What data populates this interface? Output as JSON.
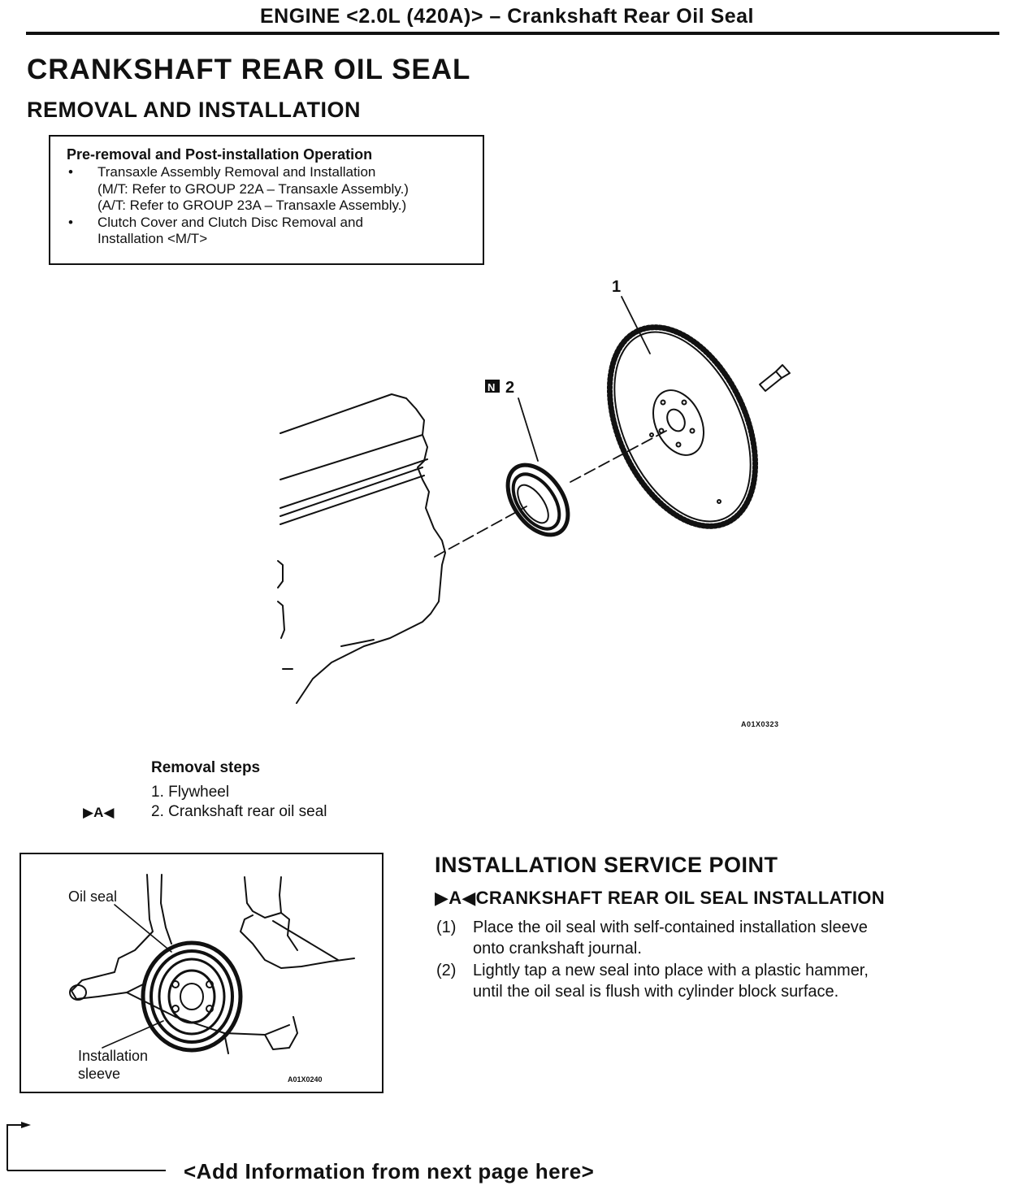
{
  "header": {
    "title": "ENGINE <2.0L (420A)> – Crankshaft Rear Oil Seal"
  },
  "page": {
    "title": "CRANKSHAFT REAR OIL SEAL",
    "subtitle": "REMOVAL AND INSTALLATION"
  },
  "pre_removal": {
    "heading": "Pre-removal and Post-installation Operation",
    "items": [
      {
        "bullet": "•",
        "lines": [
          "Transaxle Assembly Removal and Installation",
          "(M/T: Refer to GROUP 22A – Transaxle Assembly.)",
          "(A/T: Refer to GROUP 23A – Transaxle Assembly.)"
        ]
      },
      {
        "bullet": "•",
        "lines": [
          "Clutch Cover and Clutch Disc Removal and",
          "Installation <M/T>"
        ]
      }
    ]
  },
  "diagram1": {
    "callout_flywheel": "1",
    "callout_seal_badge": "N",
    "callout_seal": "2",
    "figure_code": "A01X0323"
  },
  "removal": {
    "heading": "Removal steps",
    "steps": [
      {
        "marker": "",
        "text": "1. Flywheel"
      },
      {
        "marker": "▶A◀",
        "text": "2. Crankshaft rear oil seal"
      }
    ]
  },
  "diagram2": {
    "label_oil_seal": "Oil seal",
    "label_sleeve_line1": "Installation",
    "label_sleeve_line2": "sleeve",
    "figure_code": "A01X0240"
  },
  "installation": {
    "title": "INSTALLATION SERVICE POINT",
    "marker": "▶A◀",
    "subheading": "CRANKSHAFT REAR OIL SEAL INSTALLATION",
    "steps": [
      {
        "num": "(1)",
        "lines": [
          "Place the oil seal with self-contained installation sleeve",
          "onto crankshaft journal."
        ]
      },
      {
        "num": "(2)",
        "lines": [
          "Lightly tap a new seal into place with a plastic hammer,",
          "until the oil seal is flush with cylinder block surface."
        ]
      }
    ]
  },
  "footer": {
    "note": "<Add Information from next page here>"
  }
}
